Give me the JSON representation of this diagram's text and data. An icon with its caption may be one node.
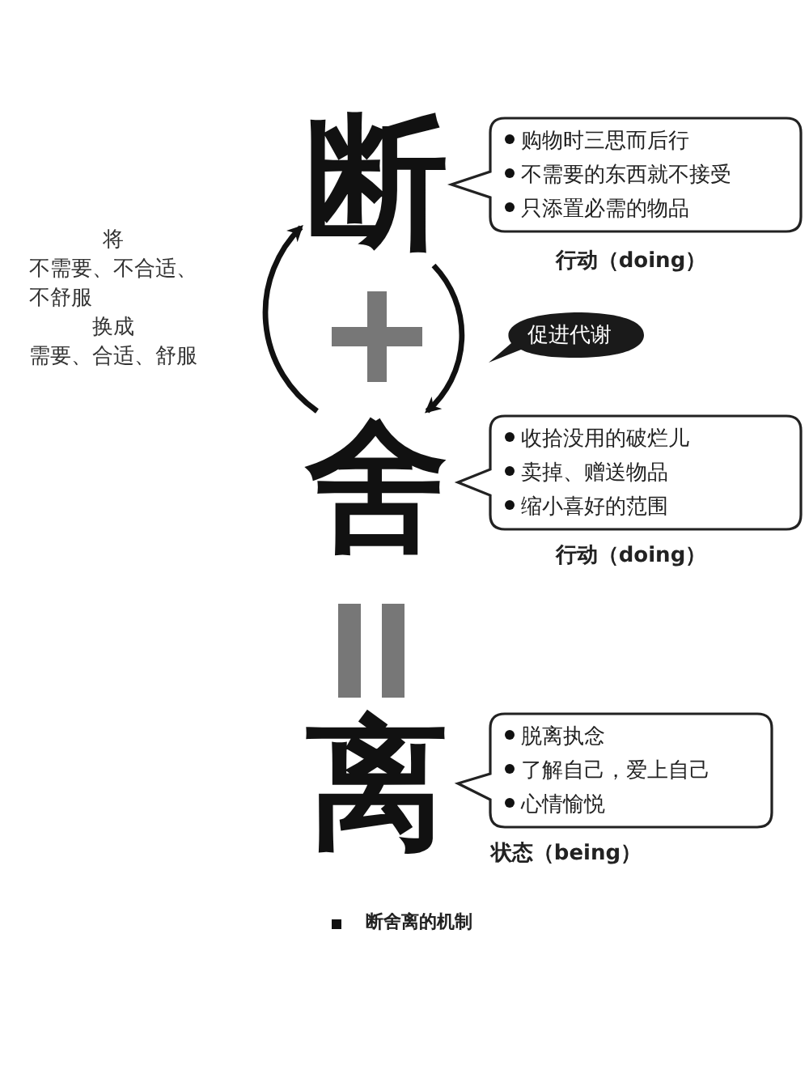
{
  "diagram": {
    "caption": "断舍离的机制",
    "nodes": [
      {
        "text": [
          "断"
        ]
      },
      {
        "text": [
          "舍"
        ]
      },
      {
        "text": [
          "离"
        ]
      },
      {
        "text": [
          "购物时三思而后行",
          "不需要的东西就不接受",
          "只添置必需的物品"
        ],
        "beside": [
          "行动（doing）"
        ]
      },
      {
        "text": [
          "收拾没用的破烂儿",
          "卖掉、赠送物品",
          "缩小喜好的范围"
        ],
        "beside": [
          "行动（doing）"
        ]
      },
      {
        "text": [
          "脱离执念",
          "了解自己，爱上自己",
          "心情愉悦"
        ],
        "beside": [
          "状态（being）"
        ]
      },
      {
        "text": [
          "促进代谢"
        ]
      }
    ],
    "edges": [
      {
        "from": 0,
        "to": 1,
        "arrow": "to"
      },
      {
        "from": 1,
        "to": 0,
        "arrow": "to"
      }
    ],
    "labels": [
      "将",
      "不需要、不合适、不舒服",
      "换成",
      "需要、合适、舒服"
    ]
  }
}
